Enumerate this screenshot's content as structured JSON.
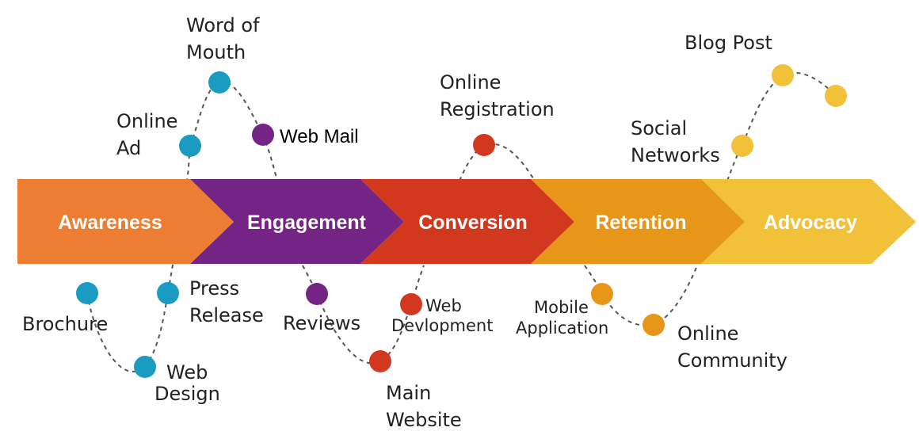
{
  "stages": [
    {
      "label": "Awareness",
      "color": "#ee7d34"
    },
    {
      "label": "Engagement",
      "color": "#742484"
    },
    {
      "label": "Conversion",
      "color": "#d2381e"
    },
    {
      "label": "Retention",
      "color": "#e8961a"
    },
    {
      "label": "Advocacy",
      "color": "#f2c13a"
    }
  ],
  "touchpoints": {
    "brochure": "Brochure",
    "online_ad": [
      "Online",
      "Ad"
    ],
    "word_of_mouth": [
      "Word of",
      "Mouth"
    ],
    "press_release": [
      "Press",
      "Release"
    ],
    "web_design": [
      "Web",
      "Design"
    ],
    "web_mail": "Web Mail",
    "reviews": "Reviews",
    "main_website": [
      "Main",
      "Website"
    ],
    "web_development": [
      "Web",
      "Devlopment"
    ],
    "online_registration": [
      "Online",
      "Registration"
    ],
    "mobile_application": [
      "Mobile",
      "Application"
    ],
    "online_community": [
      "Online",
      "Community"
    ],
    "social_networks": [
      "Social",
      "Networks"
    ],
    "blog_post": "Blog Post"
  },
  "dot_colors": {
    "awareness": "#1a9cc2",
    "engagement": "#742484",
    "conversion": "#d2381e",
    "retention": "#e8961a",
    "advocacy": "#f2c13a"
  }
}
